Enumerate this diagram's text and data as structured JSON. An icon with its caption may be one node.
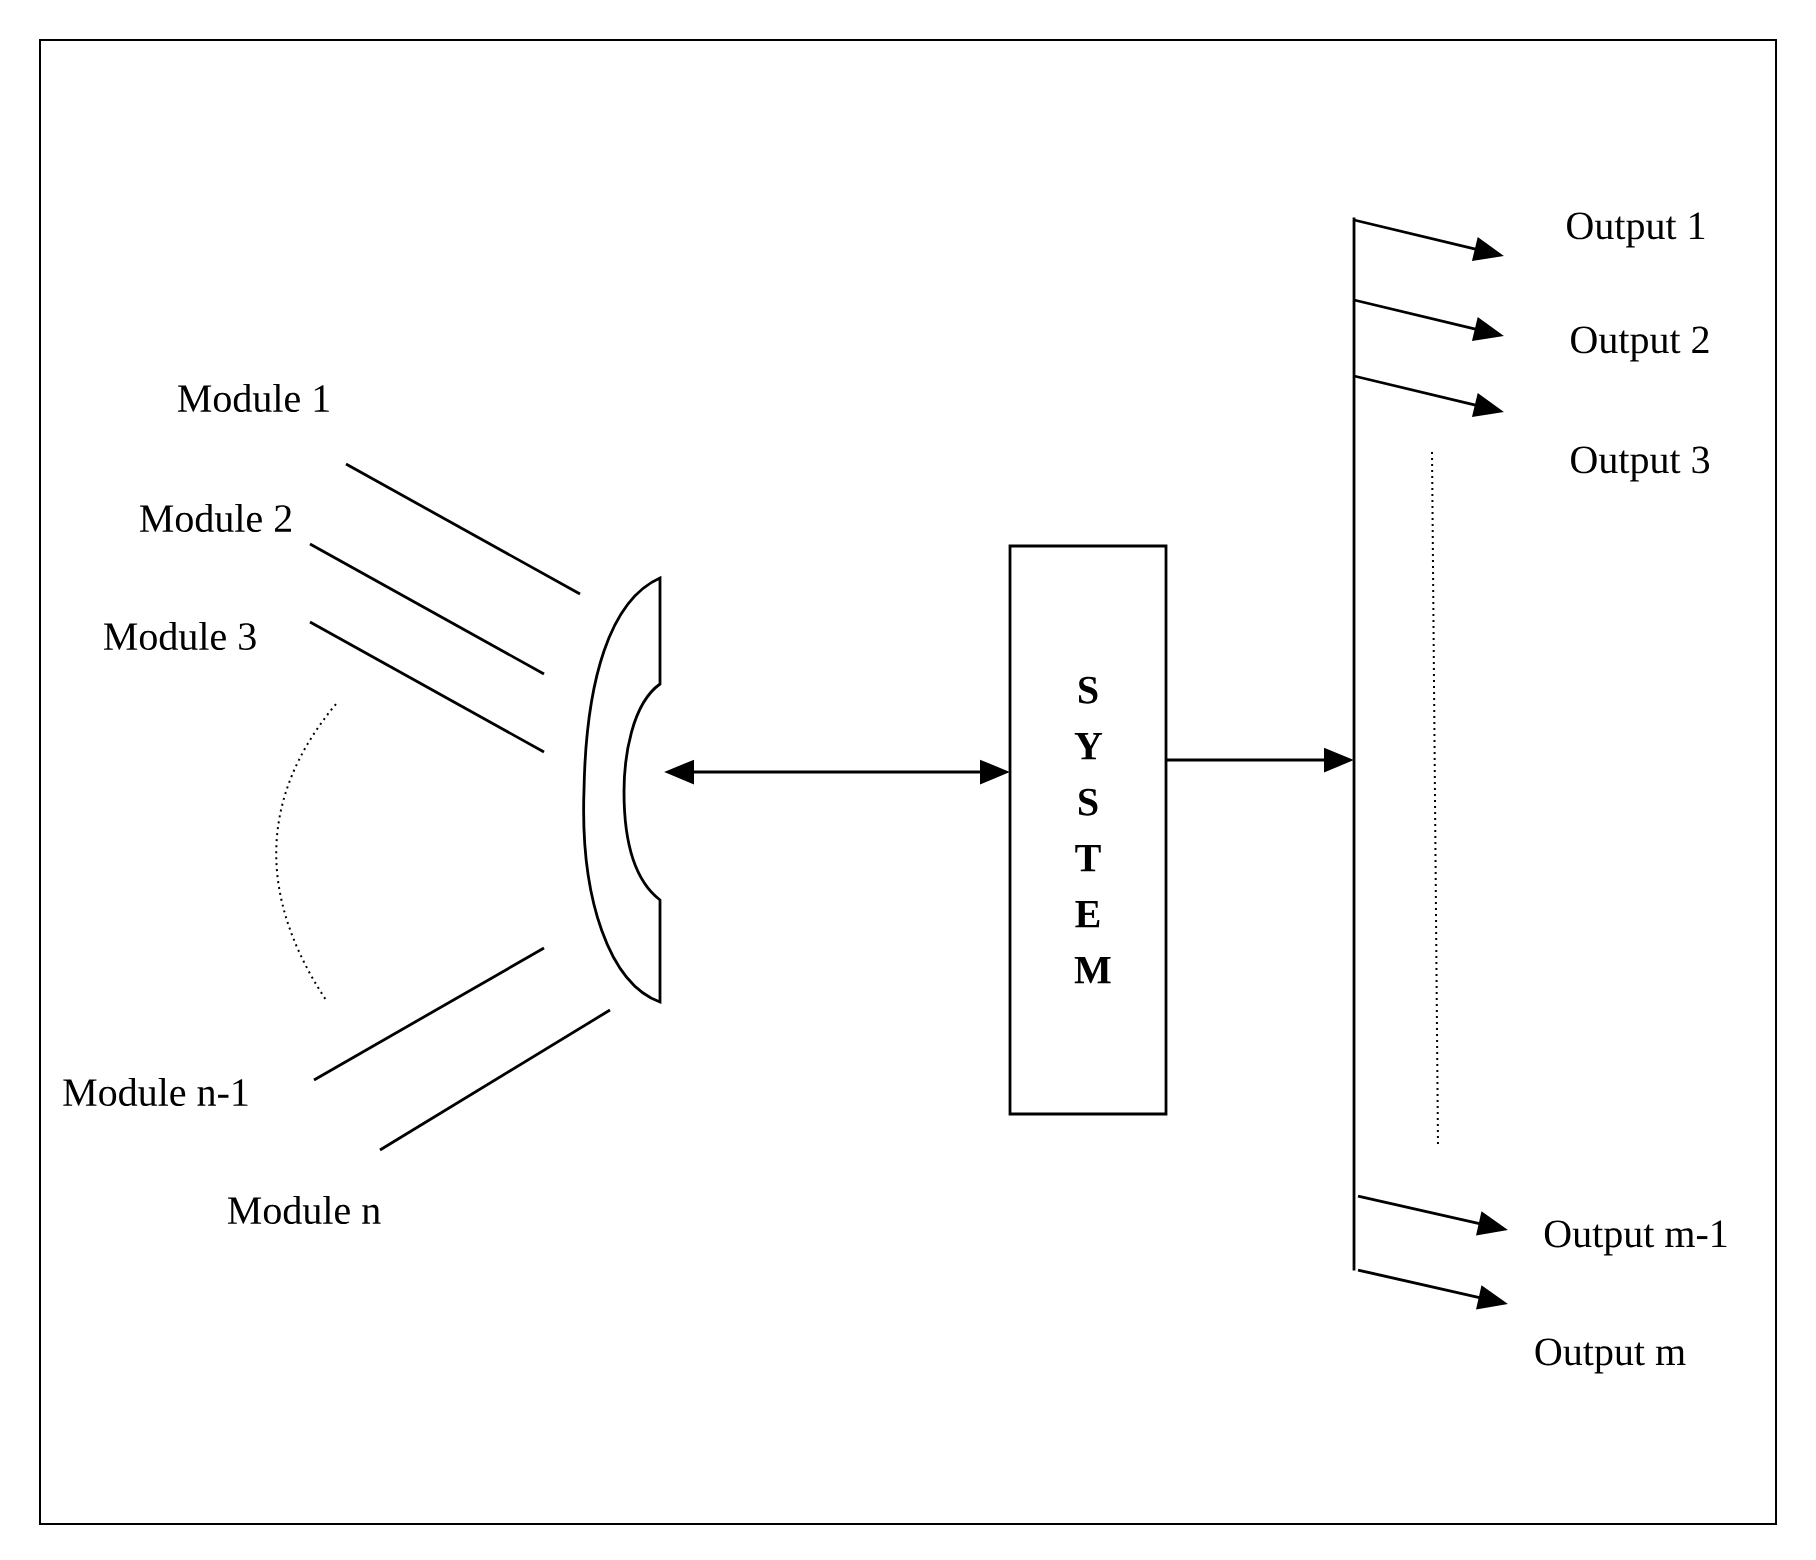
{
  "diagram": {
    "nodes": [
      {
        "text": [
          "Module 1"
        ]
      },
      {
        "text": [
          "Module 2"
        ]
      },
      {
        "text": [
          "Module 3"
        ]
      },
      {
        "text": [
          "Module n-1"
        ]
      },
      {
        "text": [
          "Module n"
        ]
      },
      {
        "text": [],
        "shape": "plug"
      },
      {
        "text": [
          "S Y S T E M"
        ]
      },
      {
        "text": [],
        "shape": "bar"
      },
      {
        "text": [
          "Output 1"
        ]
      },
      {
        "text": [
          "Output 2"
        ]
      },
      {
        "text": [
          "Output 3"
        ]
      },
      {
        "text": [
          "Output m-1"
        ]
      },
      {
        "text": [
          "Output m"
        ]
      }
    ],
    "edges": [
      {
        "from": 0,
        "to": 5,
        "arrow": "none"
      },
      {
        "from": 1,
        "to": 5,
        "arrow": "none"
      },
      {
        "from": 2,
        "to": 5,
        "arrow": "none"
      },
      {
        "from": 3,
        "to": 5,
        "arrow": "none"
      },
      {
        "from": 4,
        "to": 5,
        "arrow": "none"
      },
      {
        "from": 5,
        "to": 6,
        "arrow": "both"
      },
      {
        "from": 6,
        "to": 7,
        "arrow": "to"
      },
      {
        "from": 7,
        "to": 8,
        "arrow": "to"
      },
      {
        "from": 7,
        "to": 9,
        "arrow": "to"
      },
      {
        "from": 7,
        "to": 10,
        "arrow": "to"
      },
      {
        "from": 7,
        "to": 11,
        "arrow": "to"
      },
      {
        "from": 7,
        "to": 12,
        "arrow": "to"
      }
    ]
  }
}
